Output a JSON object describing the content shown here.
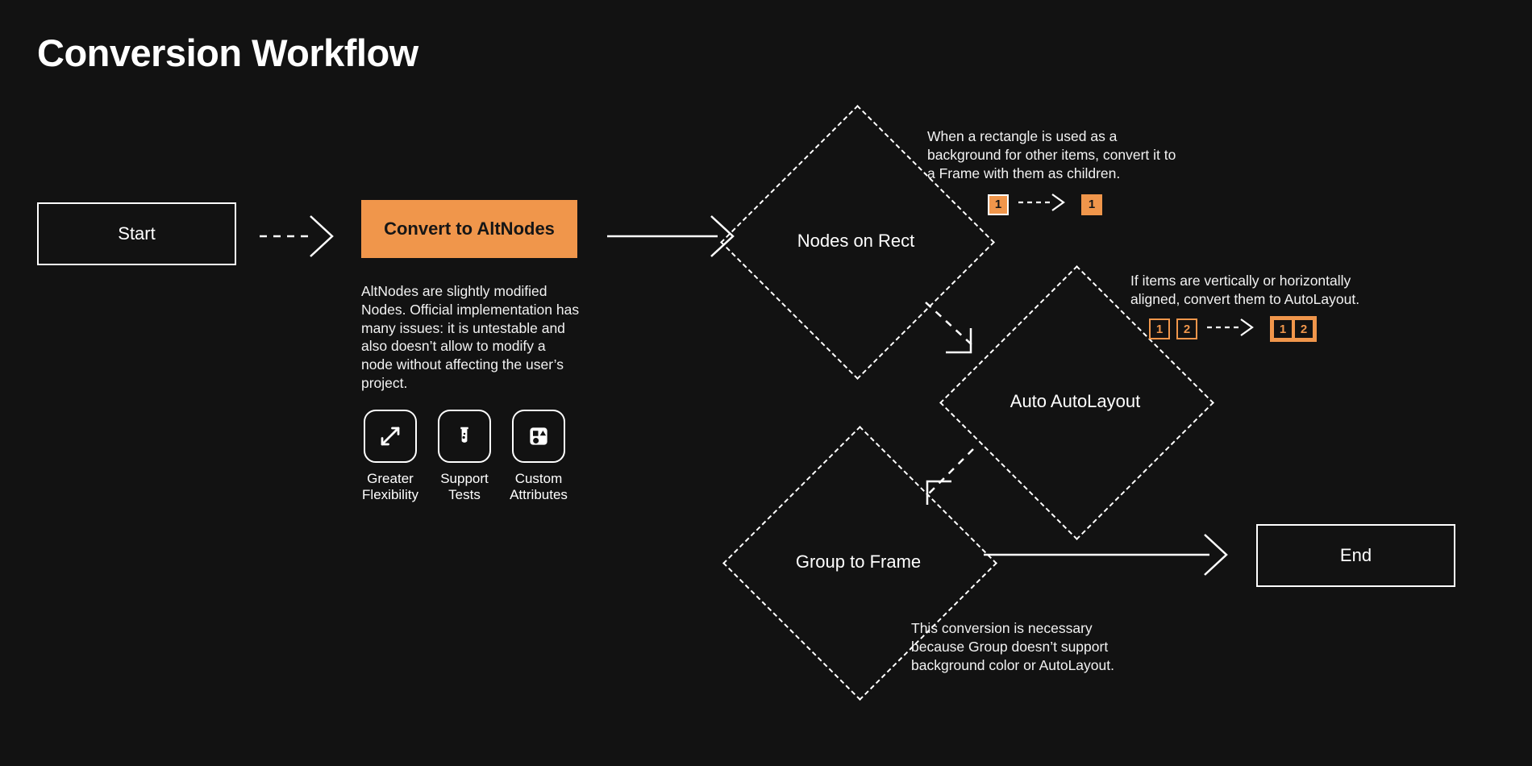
{
  "page": {
    "title": "Conversion Workflow",
    "background_color": "#121212",
    "accent_color": "#F0964B",
    "text_color": "#FFFFFF"
  },
  "nodes": {
    "start": {
      "label": "Start",
      "shape": "rectangle"
    },
    "convert": {
      "label": "Convert to AltNodes",
      "shape": "rectangle",
      "fill": "#F0964B"
    },
    "nodes_on_rect": {
      "label": "Nodes on Rect",
      "shape": "diamond"
    },
    "auto_autolayout": {
      "label": "Auto AutoLayout",
      "shape": "diamond"
    },
    "group_to_frame": {
      "label": "Group to Frame",
      "shape": "diamond"
    },
    "end": {
      "label": "End",
      "shape": "rectangle"
    }
  },
  "convert_description": "AltNodes are slightly modified Nodes. Official implementation has many issues: it is untestable and also doesn’t allow to modify a node without affecting the user’s project.",
  "features": [
    {
      "icon": "expand-arrows-icon",
      "label": "Greater\nFlexibility"
    },
    {
      "icon": "test-tube-icon",
      "label": "Support\nTests"
    },
    {
      "icon": "shapes-icon",
      "label": "Custom\nAttributes"
    }
  ],
  "annotations": {
    "nodes_on_rect": "When a rectangle is used as a background for other items, convert it to a Frame with them as children.",
    "auto_autolayout": "If items are vertically or horizontally aligned, convert them to AutoLayout.",
    "group_to_frame": "This conversion is necessary because Group doesn’t support background color or AutoLayout."
  },
  "badge_illustrations": {
    "nodes_on_rect": {
      "before": [
        {
          "text": "1",
          "style": "filled-white-border"
        }
      ],
      "after": [
        {
          "text": "1",
          "style": "filled-orange-border"
        }
      ]
    },
    "auto_autolayout": {
      "before": [
        {
          "text": "1",
          "style": "outline"
        },
        {
          "text": "2",
          "style": "outline"
        }
      ],
      "after": [
        {
          "text": "1",
          "style": "outline"
        },
        {
          "text": "2",
          "style": "outline"
        }
      ]
    }
  }
}
